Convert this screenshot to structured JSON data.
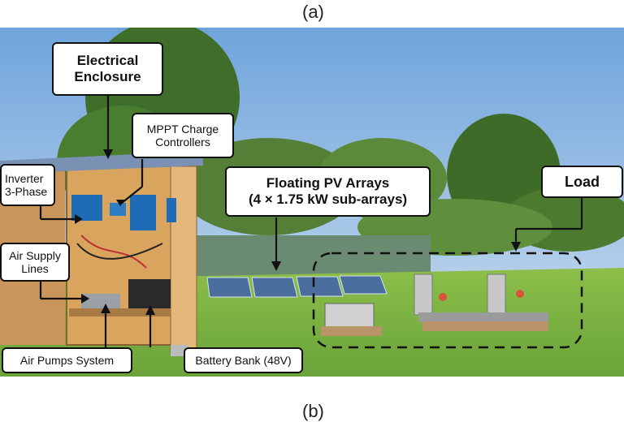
{
  "panel_labels": {
    "top": "(a)",
    "bottom": "(b)"
  },
  "callouts": {
    "electrical_enclosure": "Electrical Enclosure",
    "mppt": "MPPT Charge Controllers",
    "inverter": "Inverter 3-Phase",
    "air_supply": "Air Supply Lines",
    "air_pumps": "Air Pumps System",
    "battery": "Battery Bank (48V)",
    "floating_pv_title": "Floating PV Arrays",
    "floating_pv_sub": "(4 × 1.75 kW sub-arrays)",
    "load": "Load"
  },
  "colors": {
    "sky": "#9fc3e6",
    "grass": "#7cb342",
    "plywood": "#d9a45e",
    "water": "#6b8a72"
  }
}
